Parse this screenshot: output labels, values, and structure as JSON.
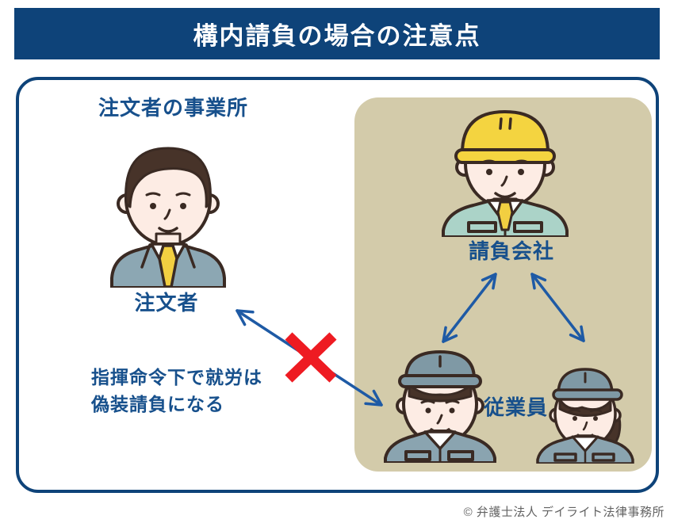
{
  "header": {
    "title": "構内請負の場合の注意点"
  },
  "panel": {
    "orderer_site_label": "注文者の事業所",
    "orderer_label": "注文者",
    "contractor_company_label": "請負会社",
    "employees_label": "従業員",
    "warning_line1": "指揮命令下で就労は",
    "warning_line2": "偽装請負になる"
  },
  "icons": {
    "orderer_figure": "businessman-in-suit",
    "contractor_figure": "worker-with-yellow-helmet",
    "employee_male_figure": "male-worker-with-cap",
    "employee_female_figure": "female-worker-with-cap",
    "forbidden_mark": "red-x"
  },
  "colors": {
    "banner_blue": "#0e4379",
    "label_blue": "#17508c",
    "arrow_blue": "#1e5aa5",
    "x_red": "#ee1b22",
    "contractor_area_bg": "#d3cbaa"
  },
  "footer": {
    "copyright": "© 弁護士法人 デイライト法律事務所"
  }
}
